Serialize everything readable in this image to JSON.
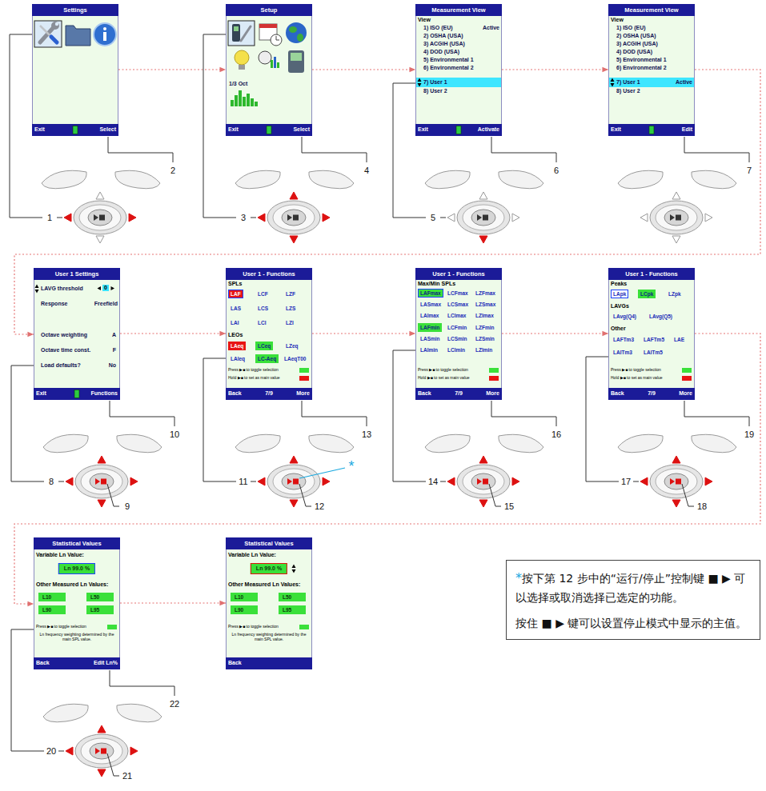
{
  "diagram": {
    "nodes": [
      {
        "text": [
          "Settings",
          "Exit",
          "Select"
        ]
      },
      {
        "text": [
          "Setup",
          "1/3 Oct",
          "Exit",
          "Select"
        ]
      },
      {
        "text": [
          "Measurement View",
          "View",
          "1) ISO (EU)",
          "Active",
          "2) OSHA (USA)",
          "3) ACGIH (USA)",
          "4) DOD (USA)",
          "5) Environmental 1",
          "6) Environmental 2",
          "7) User 1",
          "8) User 2",
          "Exit",
          "Activate"
        ]
      },
      {
        "text": [
          "Measurement View",
          "View",
          "1) ISO (EU)",
          "2) OSHA (USA)",
          "3) ACGIH (USA)",
          "4) DOD (USA)",
          "5) Environmental 1",
          "6) Environmental 2",
          "7) User 1",
          "Active",
          "8) User 2",
          "Exit",
          "Edit"
        ]
      },
      {
        "text": [
          "User 1 Settings",
          "LAVG threshold",
          "0",
          "Response",
          "Freefield",
          "Octave weighting",
          "A",
          "Octave time const.",
          "F",
          "Load defaults?",
          "No",
          "Exit",
          "Functions"
        ]
      },
      {
        "text": [
          "User 1 - Functions",
          "SPLs",
          "LAF",
          "LCF",
          "LZF",
          "LAS",
          "LCS",
          "LZS",
          "LAI",
          "LCI",
          "LZI",
          "LEOs",
          "LAeq",
          "LCeq",
          "LZeq",
          "LAIeq",
          "LC-Aeq",
          "LAeqT00",
          "Press ▶■ to toggle selection",
          "Hold ▶■ to set as main value",
          "Back",
          "7/9",
          "More"
        ]
      },
      {
        "text": [
          "User 1 - Functions",
          "Max/Min SPLs",
          "LAFmax",
          "LCFmax",
          "LZFmax",
          "LASmax",
          "LCSmax",
          "LZSmax",
          "LAImax",
          "LCImax",
          "LZImax",
          "LAFmin",
          "LCFmin",
          "LZFmin",
          "LASmin",
          "LCSmin",
          "LZSmin",
          "LAImin",
          "LCImin",
          "LZImin",
          "Press ▶■ to toggle selection",
          "Hold ▶■ to set as main value",
          "Back",
          "7/9",
          "More"
        ]
      },
      {
        "text": [
          "User 1 - Functions",
          "Peaks",
          "LApk",
          "LCpk",
          "LZpk",
          "LAVGs",
          "LAvg(Q4)",
          "LAvg(Q5)",
          "Other",
          "LAFTm3",
          "LAFTm5",
          "LAE",
          "LAITm3",
          "LAITm5",
          "Press ▶■ to toggle selection",
          "Hold ▶■ to set as main value",
          "Back",
          "7/9",
          "More"
        ]
      },
      {
        "text": [
          "Statistical Values",
          "Variable Ln Value:",
          "Ln 99.0 %",
          "Other Measured Ln Values:",
          "L10",
          "L50",
          "L90",
          "L95",
          "Press ▶■ to toggle selection",
          "Ln frequency weighting determined by the main SPL value.",
          "Back",
          "Edit Ln%"
        ]
      },
      {
        "text": [
          "Statistical Values",
          "Variable Ln Value:",
          "Ln 99.0 %",
          "Other Measured Ln Values:",
          "L10",
          "L50",
          "L90",
          "L95",
          "Press ▶■ to toggle selection",
          "Ln frequency weighting determined by the main SPL value.",
          "Back"
        ]
      },
      {
        "text": [
          "*",
          "按下第 12 步中的“运行/停止”控制键 ■ ▶ 可以选择或取消选择已选定的功能。",
          "按住 ■ ▶ 键可以设置停止模式中显示的主值。"
        ]
      }
    ],
    "edges": [
      {
        "from": 0,
        "to": 1,
        "arrow": "to"
      },
      {
        "from": 1,
        "to": 2,
        "arrow": "to"
      },
      {
        "from": 2,
        "to": 3,
        "arrow": "to"
      },
      {
        "from": 3,
        "to": 4,
        "arrow": "to"
      },
      {
        "from": 4,
        "to": 5,
        "arrow": "to"
      },
      {
        "from": 5,
        "to": 6,
        "arrow": "to"
      },
      {
        "from": 6,
        "to": 7,
        "arrow": "to"
      },
      {
        "from": 7,
        "to": 8,
        "arrow": "to"
      },
      {
        "from": 8,
        "to": 9,
        "arrow": "to"
      }
    ],
    "labels": [
      "1",
      "2",
      "3",
      "4",
      "5",
      "6",
      "7",
      "8",
      "9",
      "10",
      "11",
      "12",
      "13",
      "14",
      "15",
      "16",
      "17",
      "18",
      "19",
      "20",
      "21",
      "22",
      "*"
    ]
  }
}
